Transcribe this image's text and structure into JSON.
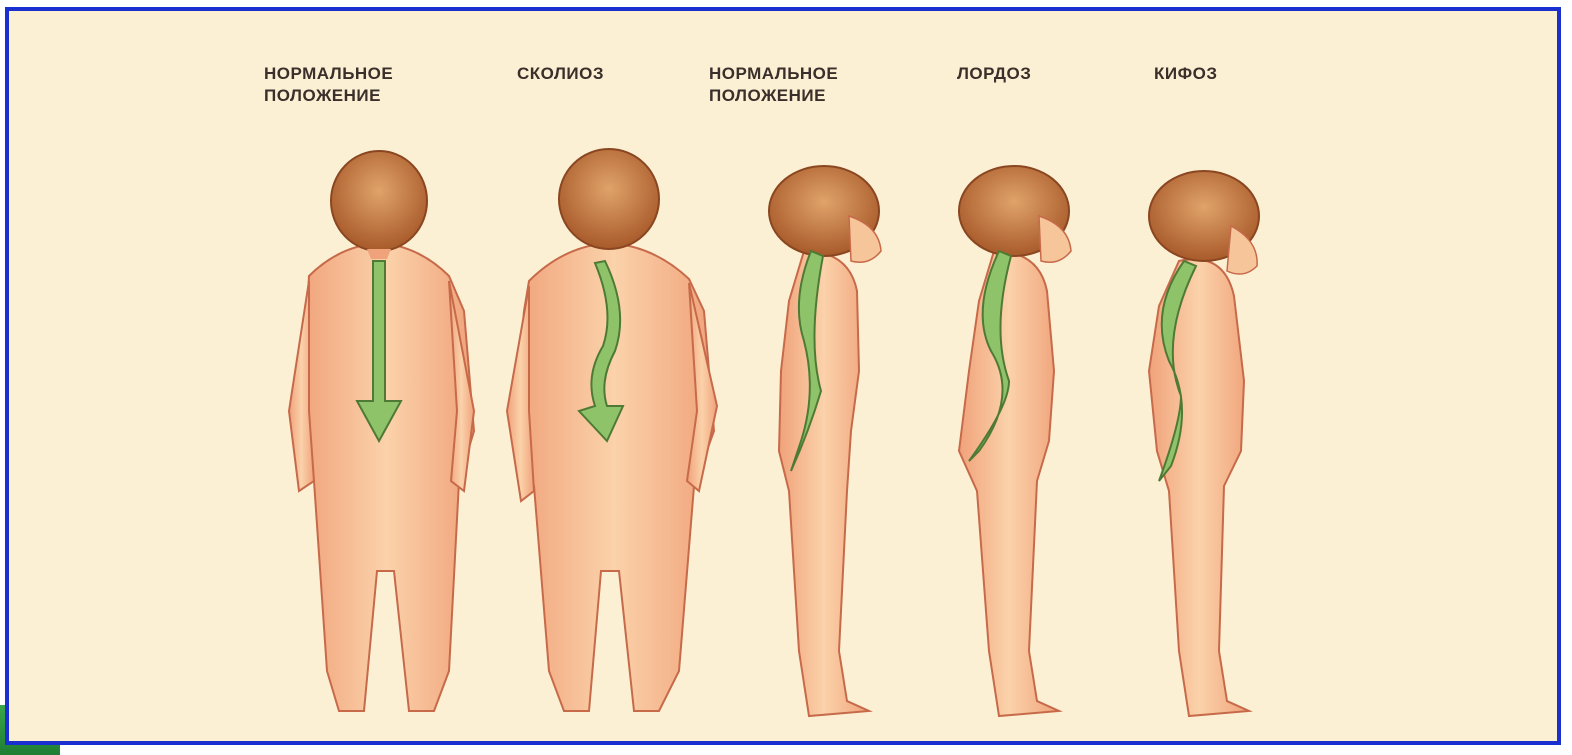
{
  "title": "",
  "labels": [
    {
      "line1": "НОРМАЛЬНОЕ",
      "line2": "ПОЛОЖЕНИЕ"
    },
    {
      "line1": "СКОЛИОЗ",
      "line2": ""
    },
    {
      "line1": "НОРМАЛЬНОЕ",
      "line2": "ПОЛОЖЕНИЕ"
    },
    {
      "line1": "ЛОРДОЗ",
      "line2": ""
    },
    {
      "line1": "КИФОЗ",
      "line2": ""
    }
  ],
  "colors": {
    "frame": "#1a2fd0",
    "paper": "#fbf0d4",
    "skin": "#f7c59a",
    "skin_shadow": "#e8946e",
    "hair": "#c0703a",
    "spine": "#8fc36a",
    "title": "#e01818"
  },
  "figures": [
    {
      "name": "normal-back-figure",
      "view": "back"
    },
    {
      "name": "scoliosis-back-figure",
      "view": "back"
    },
    {
      "name": "normal-side-figure",
      "view": "side"
    },
    {
      "name": "lordosis-side-figure",
      "view": "side"
    },
    {
      "name": "kyphosis-side-figure",
      "view": "side"
    }
  ]
}
